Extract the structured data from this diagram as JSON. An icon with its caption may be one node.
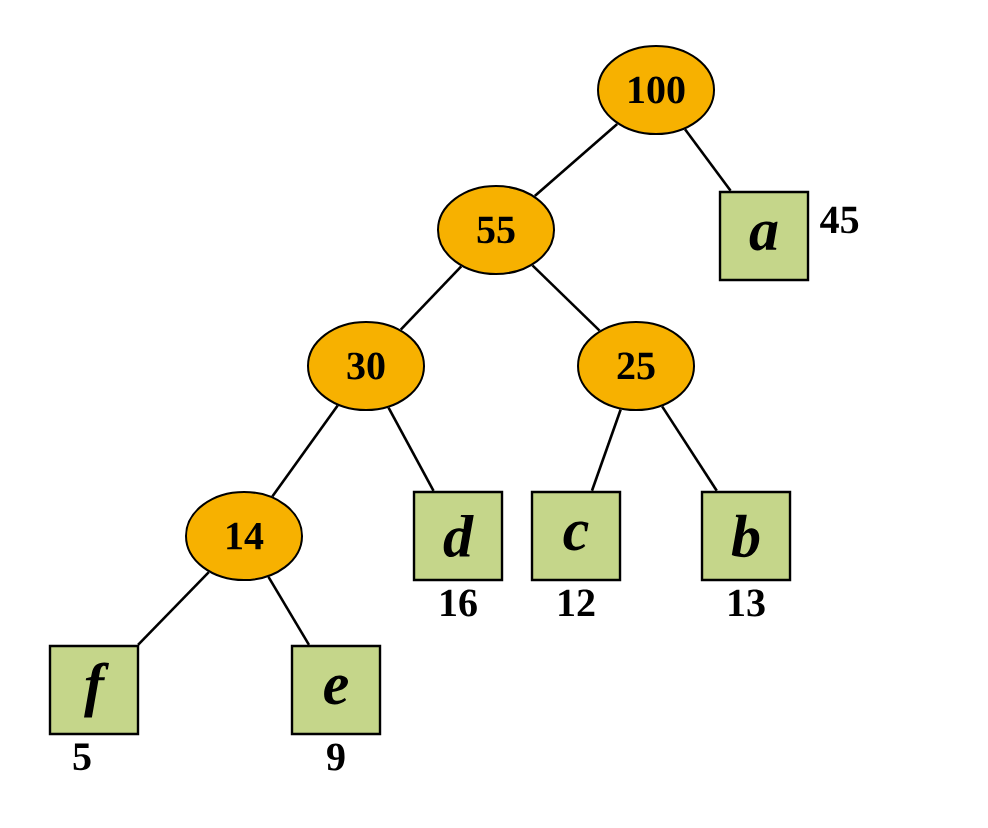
{
  "diagram": {
    "nodes": [
      {
        "text": [
          "100"
        ]
      },
      {
        "text": [
          "55"
        ]
      },
      {
        "text": [
          "a"
        ],
        "beside": [
          "45"
        ]
      },
      {
        "text": [
          "30"
        ]
      },
      {
        "text": [
          "25"
        ]
      },
      {
        "text": [
          "14"
        ]
      },
      {
        "text": [
          "d"
        ],
        "beside": [
          "16"
        ]
      },
      {
        "text": [
          "c"
        ],
        "beside": [
          "12"
        ]
      },
      {
        "text": [
          "b"
        ],
        "beside": [
          "13"
        ]
      },
      {
        "text": [
          "f"
        ],
        "beside": [
          "5"
        ]
      },
      {
        "text": [
          "e"
        ],
        "beside": [
          "9"
        ]
      }
    ],
    "edges": [
      {
        "from": 0,
        "to": 1,
        "arrow": "none"
      },
      {
        "from": 0,
        "to": 2,
        "arrow": "none"
      },
      {
        "from": 1,
        "to": 3,
        "arrow": "none"
      },
      {
        "from": 1,
        "to": 4,
        "arrow": "none"
      },
      {
        "from": 3,
        "to": 5,
        "arrow": "none"
      },
      {
        "from": 3,
        "to": 6,
        "arrow": "none"
      },
      {
        "from": 4,
        "to": 7,
        "arrow": "none"
      },
      {
        "from": 4,
        "to": 8,
        "arrow": "none"
      },
      {
        "from": 5,
        "to": 9,
        "arrow": "none"
      },
      {
        "from": 5,
        "to": 10,
        "arrow": "none"
      }
    ]
  }
}
